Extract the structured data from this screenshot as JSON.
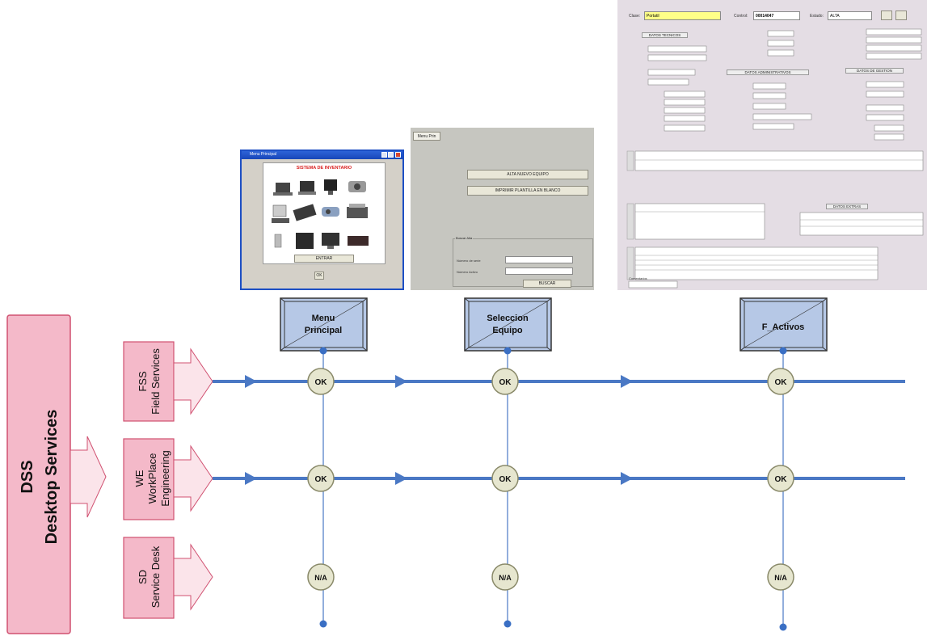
{
  "colors": {
    "lane_fill": "#f4b9c9",
    "lane_border": "#d05070",
    "arrow_fill": "#fbe4ea",
    "screen_fill": "#b6c8e6",
    "screen_border": "#333333",
    "flow_line": "#4a78c4",
    "node_fill": "#e6e6cf",
    "node_border": "#8a8a6a",
    "dot": "#3a6fc4"
  },
  "dss": {
    "line1": "DSS",
    "line2": "Desktop Services"
  },
  "lanes": [
    {
      "id": "fss",
      "line1": "FSS",
      "line2": "Field Services",
      "line3": ""
    },
    {
      "id": "we",
      "line1": "WE",
      "line2": "WorkPlace",
      "line3": "Engineering"
    },
    {
      "id": "sd",
      "line1": "SD",
      "line2": "Service Desk",
      "line3": ""
    }
  ],
  "screens": [
    {
      "id": "menu",
      "line1": "Menu",
      "line2": "Principal"
    },
    {
      "id": "seleccion",
      "line1": "Seleccion",
      "line2": "Equipo"
    },
    {
      "id": "factivos",
      "line1": "F_Activos",
      "line2": ""
    }
  ],
  "status": [
    [
      "OK",
      "OK",
      "OK"
    ],
    [
      "OK",
      "OK",
      "OK"
    ],
    [
      "N/A",
      "N/A",
      "N/A"
    ]
  ],
  "thumb_menu": {
    "title": "Menu Principal",
    "heading": "SISTEMA DE INVENTARIO",
    "button": "ENTRAR",
    "small_button": "OK"
  },
  "thumb_seleccion": {
    "tab": "Menu Prin",
    "btn1": "ALTA NUEVO EQUIPO",
    "btn2": "IMPRIMIR PLANTILLA EN BLANCO",
    "group": "Buscar Alta",
    "field1": "Número de serie",
    "field2": "Número Activo",
    "search": "BUSCAR"
  },
  "thumb_factivos": {
    "clase_label": "Clase:",
    "clase_value": "Portatil",
    "control_label": "Control:",
    "control_value": "00014047",
    "estado_label": "Estado:",
    "estado_value": "ALTA",
    "sec1": "DATOS TECNICOS",
    "sec2": "DATOS ADMINISTRATIVOS",
    "sec3": "DATOS DE GESTION",
    "sec4": "DATOS EXTRAS",
    "comments": "Comentarios"
  }
}
